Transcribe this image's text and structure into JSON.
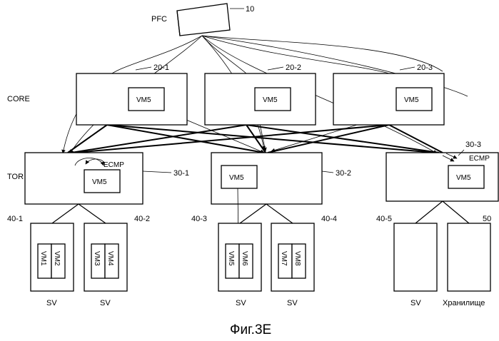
{
  "pfc": {
    "label": "PFC",
    "ref": "10"
  },
  "layers": {
    "core": "CORE",
    "tor": "TOR"
  },
  "core_switches": [
    {
      "ref": "20-1",
      "vm": "VM5"
    },
    {
      "ref": "20-2",
      "vm": "VM5"
    },
    {
      "ref": "20-3",
      "vm": "VM5"
    }
  ],
  "tor_switches": [
    {
      "ref": "30-1",
      "vm": "VM5",
      "ecmp": "ECMP"
    },
    {
      "ref": "30-2",
      "vm": "VM5"
    },
    {
      "ref": "30-3",
      "vm": "VM5",
      "ecmp": "ECMP"
    }
  ],
  "servers": [
    {
      "ref": "40-1",
      "label": "SV",
      "vms": [
        "VM1",
        "VM2"
      ]
    },
    {
      "ref": "40-2",
      "label": "SV",
      "vms": [
        "VM3",
        "VM4"
      ]
    },
    {
      "ref": "40-3",
      "label": "SV",
      "vms": [
        "VM5",
        "VM6"
      ]
    },
    {
      "ref": "40-4",
      "label": "SV",
      "vms": [
        "VM7",
        "VM8"
      ]
    },
    {
      "ref": "40-5",
      "label": "SV",
      "vms": []
    }
  ],
  "storage": {
    "ref": "50",
    "label": "Хранилище"
  },
  "caption": "Фиг.3E"
}
